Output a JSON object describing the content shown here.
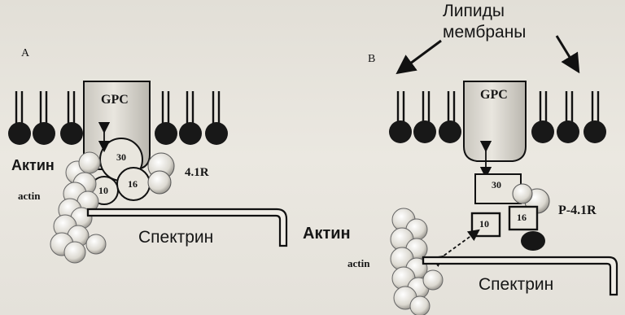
{
  "top_label": {
    "line1": "Липиды",
    "line2": "мембраны"
  },
  "panel_a": {
    "letter": "A",
    "gpc": "GPC",
    "sub_30": "30",
    "sub_10": "10",
    "sub_16": "16",
    "protein": "4.1R",
    "actin_ru": "Актин",
    "actin_en": "actin",
    "spectrin": "Спектрин"
  },
  "panel_b": {
    "letter": "B",
    "gpc": "GPC",
    "sub_30": "30",
    "sub_10": "10",
    "sub_16": "16",
    "protein": "P-4.1R",
    "actin_ru": "Актин",
    "actin_en": "actin",
    "spectrin": "Спектрин"
  },
  "colors": {
    "ink": "#111111",
    "protein_fill": "#e9e6de",
    "head": "#181818",
    "gpc_fill": "#d9d6ce"
  }
}
